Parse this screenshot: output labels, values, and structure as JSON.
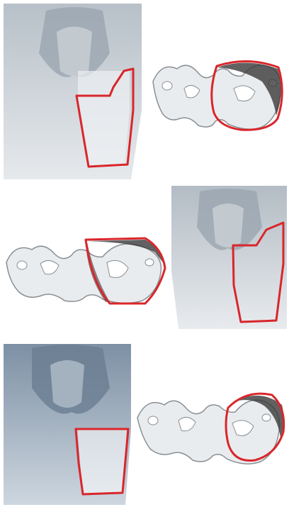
{
  "figure": {
    "description_visible_text": "",
    "rows": [
      {
        "row": 1,
        "thigh_view": "left",
        "bone_view": "right",
        "outline_color": "#d9262b"
      },
      {
        "row": 2,
        "thigh_view": "right",
        "bone_view": "left",
        "outline_color": "#d9262b"
      },
      {
        "row": 3,
        "thigh_view": "left",
        "bone_view": "right",
        "outline_color": "#d9262b"
      }
    ],
    "colors": {
      "outline": "#d9262b",
      "dark_band": "#3a3a3a",
      "body_light": "#dfe3e6",
      "body_dark": "#9aa4ad",
      "bone_fill": "#e9ecee",
      "bone_stroke": "#8a8f93"
    }
  }
}
